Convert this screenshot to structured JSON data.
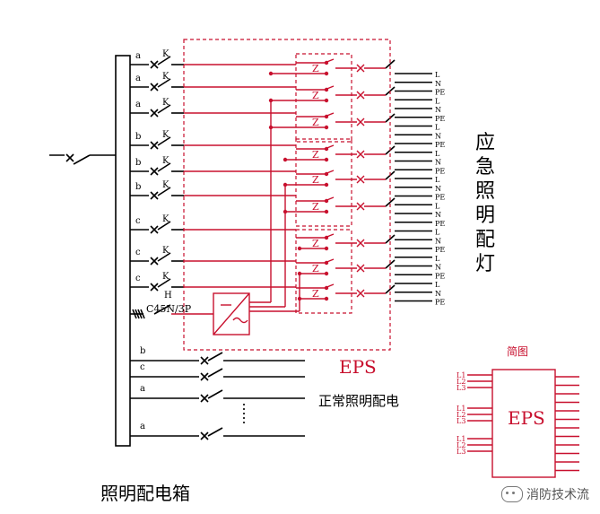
{
  "labels": {
    "k": "K",
    "h": "H",
    "c45n": "C45N/3P",
    "eps_caption": "EPS",
    "normal_lighting": "正常照明配电",
    "box_title": "照明配电箱",
    "emergency_title": [
      "应",
      "急",
      "照",
      "明",
      "配",
      "灯"
    ],
    "z": "Z",
    "diagram_title": "简图",
    "diagram_eps": "EPS",
    "diagram_inputs": [
      "L1",
      "L2",
      "L3"
    ]
  },
  "feeders": {
    "emergency_phases": [
      "a",
      "a",
      "a",
      "b",
      "b",
      "b",
      "c",
      "c",
      "c"
    ],
    "normal_phases": [
      "b",
      "c",
      "a",
      "a"
    ]
  },
  "outputs": {
    "terminals": [
      "L",
      "N",
      "PE",
      "L",
      "N",
      "PE",
      "L",
      "N",
      "PE",
      "L",
      "N",
      "PE",
      "L",
      "N",
      "PE",
      "L",
      "N",
      "PE",
      "L",
      "N",
      "PE",
      "L",
      "N",
      "PE",
      "L",
      "N",
      "PE"
    ]
  },
  "watermark": {
    "text": "消防技术流"
  }
}
